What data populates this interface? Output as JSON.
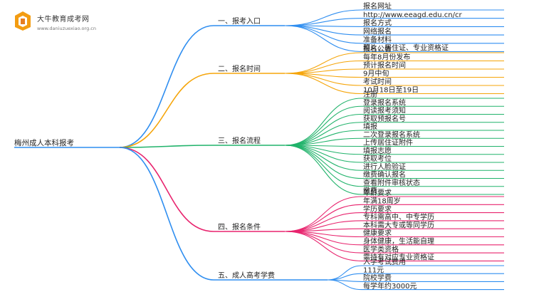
{
  "logo": {
    "brand": "大牛教育成考网",
    "site": "www.daniuzuexiao.org.cn"
  },
  "root": {
    "label": "梅州成人本科报考"
  },
  "branches": [
    {
      "label": "一、报考入口",
      "color": "#2f8ef0",
      "leaves": [
        "报名网址",
        "http://www.eeagd.edu.cn/cr",
        "报名方式",
        "网络报名",
        "准备材料",
        "照片、居住证、专业资格证"
      ]
    },
    {
      "label": "二、报名时间",
      "color": "#f5a50a",
      "leaves": [
        "报名公告",
        "每年8月份发布",
        "预计报名时间",
        "9月中旬",
        "考试时间",
        "10月18日至19日"
      ]
    },
    {
      "label": "三、报名流程",
      "color": "#21b36b",
      "leaves": [
        "注册",
        "登录报名系统",
        "阅读报考须知",
        "获取预报名号",
        "填报",
        "二次登录报名系统",
        "上传居住证附件",
        "填报志愿",
        "获取考位",
        "进行人脸验证",
        "缴费确认报名",
        "查看附件审核状态",
        "缴费"
      ]
    },
    {
      "label": "四、报名条件",
      "color": "#e8246e",
      "leaves": [
        "年龄要求",
        "年满18周岁",
        "学历要求",
        "专科需高中、中专学历",
        "本科需大专或等同学历",
        "健康要求",
        "身体健康，生活能自理",
        "医学类资格",
        "需持有对应专业资格证"
      ]
    },
    {
      "label": "五、成人高考学费",
      "color": "#2f8ef0",
      "leaves": [
        "入学考试费用",
        "111元",
        "院校学费",
        "每学年约3000元"
      ]
    }
  ]
}
